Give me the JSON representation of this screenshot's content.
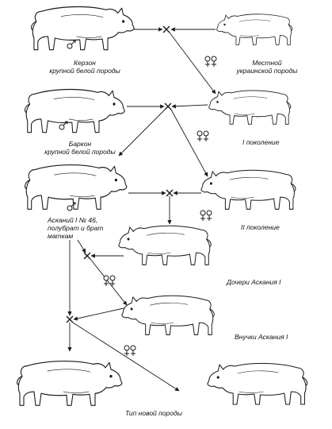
{
  "labels": {
    "kerzon": [
      "Керзон",
      "крупной белой породы"
    ],
    "local_sow": [
      "Местной",
      "украинской породы"
    ],
    "barkon": [
      "Баркон",
      "крупной белой породы"
    ],
    "gen1": "I поколение",
    "askaniy": [
      "Асканий I № 46,",
      "полубрат и брат",
      "маткам"
    ],
    "gen2": "II поколение",
    "daughters": "Дочери Аскания I",
    "granddaughters": "Внучки Аскания I",
    "new_breed": "Тип новой породы"
  },
  "symbols": {
    "male": "♂",
    "female": "♀",
    "cross": "×"
  },
  "colors": {
    "line": "#1a1a1a",
    "background": "#ffffff"
  },
  "icons": {
    "pig": "pig-silhouette",
    "male": "male-symbol-icon",
    "female": "female-symbol-icon",
    "cross": "cross-icon"
  }
}
